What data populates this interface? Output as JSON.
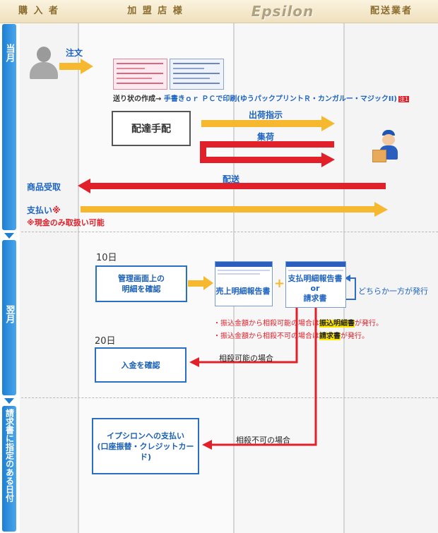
{
  "header": {
    "col_buyer": "購 入 者",
    "col_merchant": "加 盟 店 様",
    "col_logo": "Epsilon",
    "col_carrier": "配送業者"
  },
  "periods": {
    "current": "当月",
    "next": "翌月",
    "invoice": "請求書に指定のある日付"
  },
  "flow": {
    "order": "注文",
    "slip_prefix": "送り状の作成→ ",
    "slip_method": "手書きｏｒ ＰＣで印刷(ゆうパックプリントＲ・カンガルー・マジックII)",
    "note_badge": "注1",
    "delivery_arrange": "配達手配",
    "ship_instruction": "出荷指示",
    "pickup": "集荷",
    "delivery": "配送",
    "receive_goods": "商品受取",
    "payment": "支払い",
    "payment_mark": "※",
    "cash_only_note": "※現金のみ取扱い可能",
    "day10": "10日",
    "check_detail_line1": "管理画面上の",
    "check_detail_line2": "明細を確認",
    "sales_report": "売上明細報告書",
    "plus": "+",
    "payment_report": "支払明細報告書",
    "or": "or",
    "invoice_doc": "請求書",
    "either_issued": "どちらか一方が発行",
    "note1_prefix": "・振込金額から相殺可能の場合は",
    "note1_highlight": "振込明細書",
    "note1_suffix": "が発行。",
    "note2_prefix": "・振込金額から相殺不可の場合は",
    "note2_highlight": "請求書",
    "note2_suffix": "が発行。",
    "day20": "20日",
    "confirm_deposit": "入金を確認",
    "offset_possible": "相殺可能の場合",
    "pay_epsilon_line1": "イプシロンへの支払い",
    "pay_epsilon_line2": "(口座振替・クレジットカード)",
    "offset_impossible": "相殺不可の場合"
  },
  "colors": {
    "blue": "#2a6ec8",
    "red": "#e1202a",
    "yellow": "#f5b82e"
  }
}
